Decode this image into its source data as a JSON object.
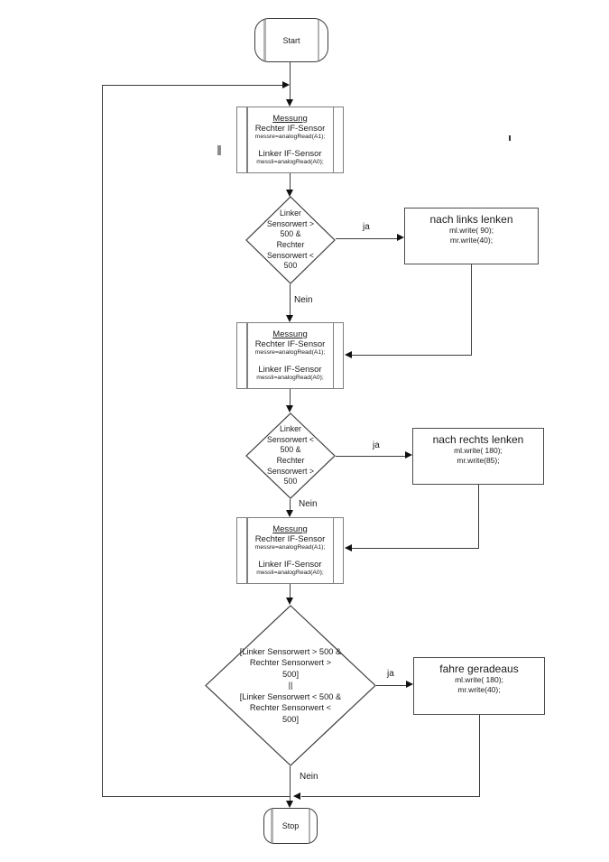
{
  "flowchart": {
    "start": "Start",
    "stop": "Stop",
    "messung": {
      "title": "Messung",
      "sensor1": "Rechter IF-Sensor",
      "code1": "messre=analogRead(A1);",
      "sensor2": "Linker IF-Sensor",
      "code2": "messli=analogRead(A0);"
    },
    "decision1": "Linker\nSensorwert >\n500 &\nRechter\nSensorwert <\n500",
    "decision2": "Linker\nSensorwert <\n500 &\nRechter\nSensorwert >\n500",
    "decision3": "[Linker Sensorwert > 500 &\nRechter Sensorwert >\n500]\n||\n[Linker Sensorwert < 500 &\nRechter Sensorwert <\n500]",
    "action_left": {
      "title": "nach links lenken",
      "code1": "ml.write( 90);",
      "code2": "mr.write(40);"
    },
    "action_right": {
      "title": "nach rechts lenken",
      "code1": "ml.write( 180);",
      "code2": "mr.write(85);"
    },
    "action_straight": {
      "title": "fahre geradeaus",
      "code1": "ml.write( 180);",
      "code2": "mr.write(40);"
    },
    "labels": {
      "yes": "ja",
      "no": "Nein"
    },
    "colors": {
      "line": "#3d3d3d",
      "arrow": "#111111",
      "messung_border": "#7f7f7f",
      "action_border": "#4d4d4d",
      "background": "#ffffff"
    }
  }
}
